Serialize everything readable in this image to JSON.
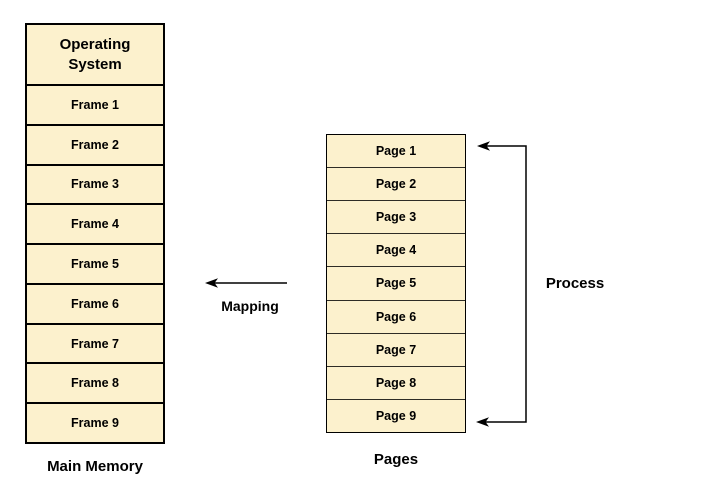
{
  "main_memory": {
    "header": "Operating System",
    "frames": [
      "Frame 1",
      "Frame 2",
      "Frame 3",
      "Frame 4",
      "Frame 5",
      "Frame 6",
      "Frame 7",
      "Frame 8",
      "Frame 9"
    ],
    "label": "Main Memory"
  },
  "pages": {
    "items": [
      "Page 1",
      "Page 2",
      "Page 3",
      "Page 4",
      "Page 5",
      "Page 6",
      "Page 7",
      "Page 8",
      "Page 9"
    ],
    "label": "Pages"
  },
  "annotations": {
    "mapping_label": "Mapping",
    "process_label": "Process"
  },
  "colors": {
    "cell_fill": "#FCF1CD",
    "border": "#000000",
    "line": "#000000",
    "background": "#FFFFFF"
  }
}
